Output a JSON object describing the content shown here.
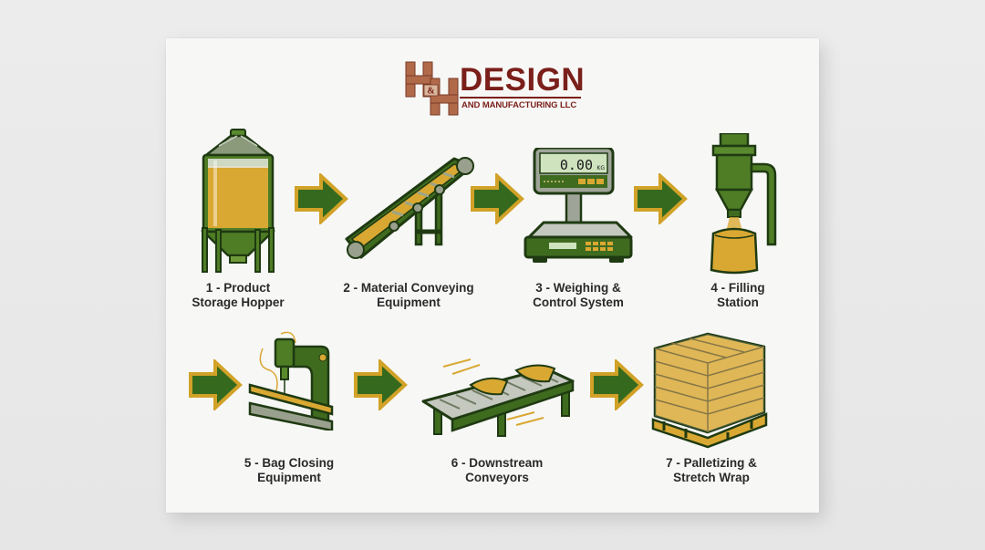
{
  "brand": {
    "monogram": "H&H",
    "monogram_ampersand": "&",
    "name": "DESIGN",
    "tagline": "AND MANUFACTURING LLC",
    "color": "#7a1f1a",
    "monogram_color": "#b06a4a"
  },
  "colors": {
    "machine_green": "#3f6b1f",
    "machine_dark": "#1f3a12",
    "product_gold": "#d9a832",
    "arrow_fill": "#356a1e",
    "arrow_border": "#d1a227",
    "label_text": "#2a2a2a"
  },
  "steps": [
    {
      "number": "1",
      "line1": "1 - Product",
      "line2": "Storage Hopper",
      "icon": "storage-hopper-silo-icon"
    },
    {
      "number": "2",
      "line1": "2 - Material Conveying",
      "line2": "Equipment",
      "icon": "inclined-conveyor-icon"
    },
    {
      "number": "3",
      "line1": "3 - Weighing &",
      "line2": "Control System",
      "icon": "weighing-scale-icon",
      "display": "0.00",
      "unit": "KG"
    },
    {
      "number": "4",
      "line1": "4 - Filling",
      "line2": "Station",
      "icon": "filling-spout-bag-icon"
    },
    {
      "number": "5",
      "line1": "5 - Bag Closing",
      "line2": "Equipment",
      "icon": "bag-sewing-machine-icon"
    },
    {
      "number": "6",
      "line1": "6 - Downstream",
      "line2": "Conveyors",
      "icon": "roller-conveyor-icon"
    },
    {
      "number": "7",
      "line1": "7 - Palletizing &",
      "line2": "Stretch Wrap",
      "icon": "wrapped-pallet-icon"
    }
  ],
  "arrows": [
    "arrow-1-to-2",
    "arrow-2-to-3",
    "arrow-3-to-4",
    "arrow-row2-in",
    "arrow-5-to-6",
    "arrow-6-to-7"
  ]
}
